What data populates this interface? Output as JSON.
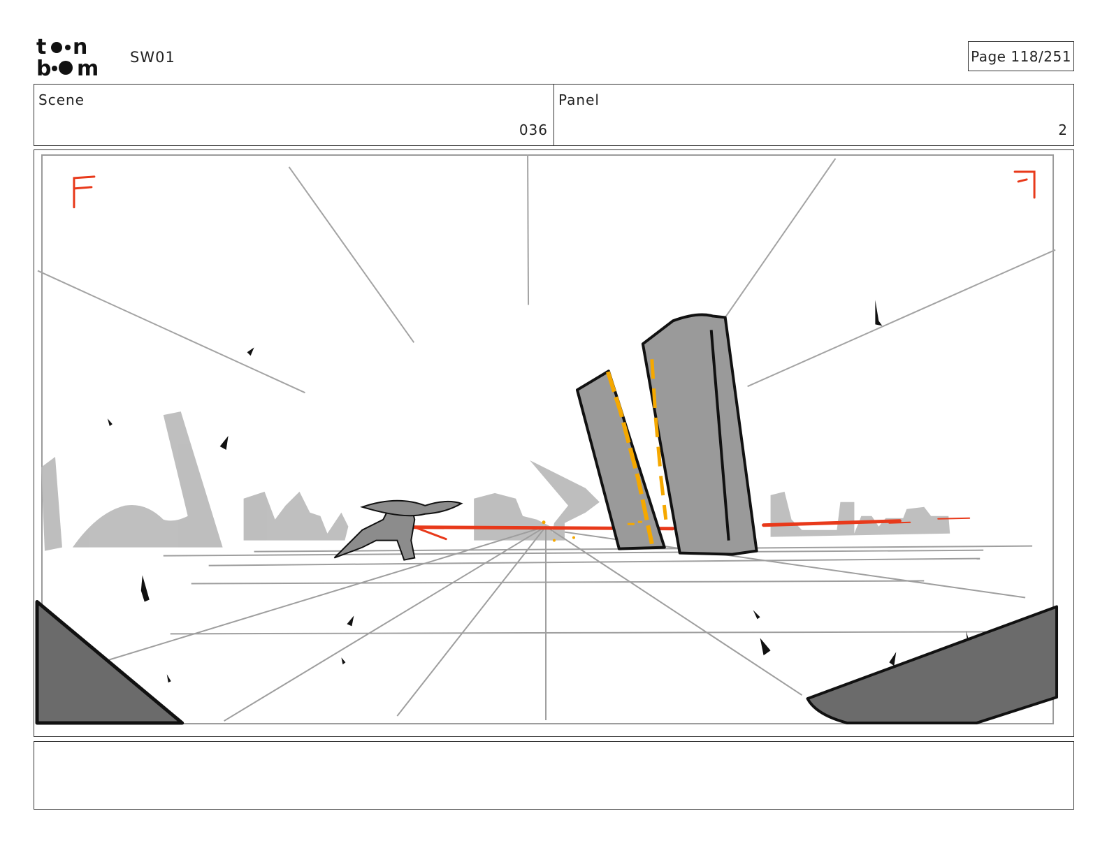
{
  "header": {
    "logo_text": "toon boom",
    "project": "SW01",
    "page": "Page 118/251"
  },
  "info": {
    "scene_label": "Scene",
    "scene_value": "036",
    "panel_label": "Panel",
    "panel_value": "2"
  },
  "frame": {
    "colors": {
      "laser": "#e8391a",
      "spark": "#f5a800",
      "pillar": "#9a9a9a",
      "foreground": "#6b6b6b",
      "background_rock": "#b8b8b8",
      "grid": "#9e9e9e"
    }
  },
  "notes": {
    "text": ""
  }
}
